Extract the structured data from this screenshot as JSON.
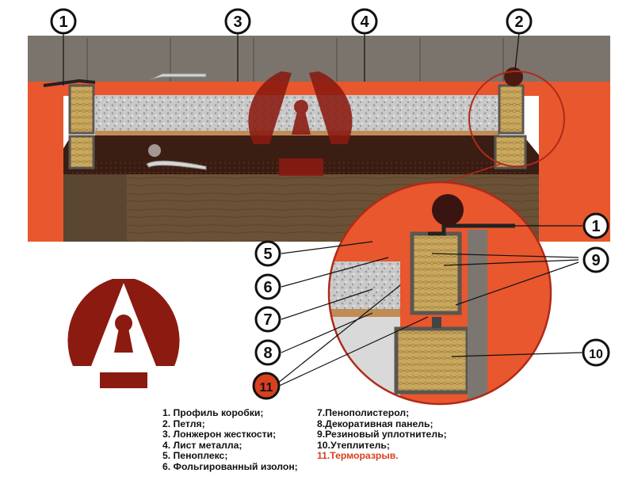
{
  "callouts": {
    "c1": "1",
    "c2": "2",
    "c3": "3",
    "c4": "4",
    "c1b": "1",
    "c5": "5",
    "c6": "6",
    "c7": "7",
    "c8": "8",
    "c9": "9",
    "c10": "10",
    "c11": "11"
  },
  "legend": {
    "left": [
      "1. Профиль коробки;",
      "2. Петля;",
      "3. Лонжерон жесткости;",
      "4. Лист металла;",
      "5. Пеноплекс;",
      "6. Фольгированный изолон;"
    ],
    "right": [
      "7.Пенополистерол;",
      "8.Декоративная панель;",
      "9.Резиновый уплотнитель;",
      "10.Утеплитель;",
      "11.Терморазрыв."
    ]
  },
  "colors": {
    "orange_wall": "#e8572e",
    "dark_red_logo": "#8b1a10",
    "highlight_11": "#d8401e",
    "metal_gray": "#7b7670",
    "wood": "#6b5236"
  }
}
